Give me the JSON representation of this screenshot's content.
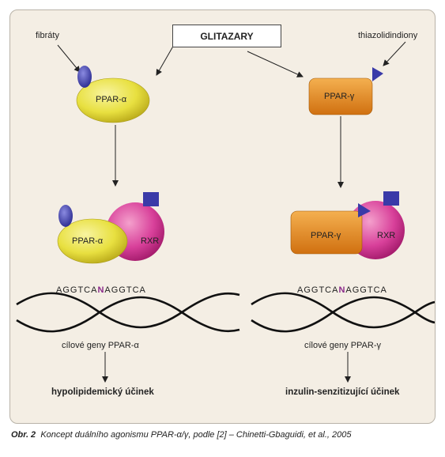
{
  "figure": {
    "center_label": "GLITAZARY",
    "fibrates_label": "fibráty",
    "tzd_label": "thiazolidindiony",
    "ppar_alpha_top": "PPAR-α",
    "ppar_gamma_top": "PPAR-γ",
    "ppar_alpha_complex": "PPAR-α",
    "rxr_left": "RXR",
    "ppar_gamma_complex": "PPAR-γ",
    "rxr_right": "RXR",
    "dna_left_prefix": "AGGTCA",
    "dna_left_n": "N",
    "dna_left_suffix": "AGGTCA",
    "dna_right_prefix": "AGGTCA",
    "dna_right_n": "N",
    "dna_right_suffix": "AGGTCA",
    "target_genes_left": "cílové geny PPAR-α",
    "target_genes_right": "cílové geny PPAR-γ",
    "effect_left": "hypolipidemický účinek",
    "effect_right": "inzulin-senzitizující účinek"
  },
  "caption": {
    "label": "Obr. 2",
    "text": "Koncept duálního agonismu PPAR-α/γ, podle [2] – Chinetti-Gbaguidi, et al., 2005"
  },
  "colors": {
    "alpha_yellow": "#e8e040",
    "gamma_orange": "#e88a18",
    "rxr_magenta": "#d8409a",
    "ligand_blue": "#3a3aa8",
    "n_purple": "#8a2a8a"
  }
}
